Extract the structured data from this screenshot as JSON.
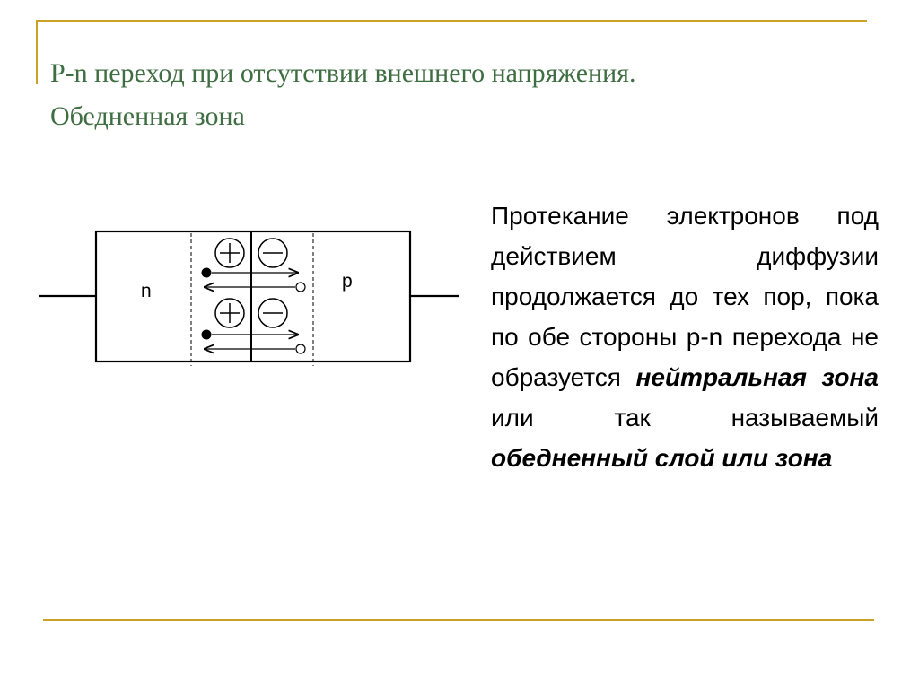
{
  "slide": {
    "title_line1": "P-n переход при отсутствии внешнего напряжения.",
    "title_line2": "Обедненная зона",
    "paragraph": {
      "part1": "Протекание электронов под действием диффузии продолжается до тех пор, пока по обе стороны p-n перехода не образуется ",
      "emph1": "нейтральная зона",
      "part2": " или так называемый ",
      "emph2": "обедненный слой или зона"
    }
  },
  "diagram": {
    "n_label": "n",
    "p_label": "p",
    "plus_symbol": "+",
    "minus_symbol": "−"
  },
  "colors": {
    "accent_line": "#c9a227",
    "title": "#3f6e42",
    "text": "#000000"
  }
}
